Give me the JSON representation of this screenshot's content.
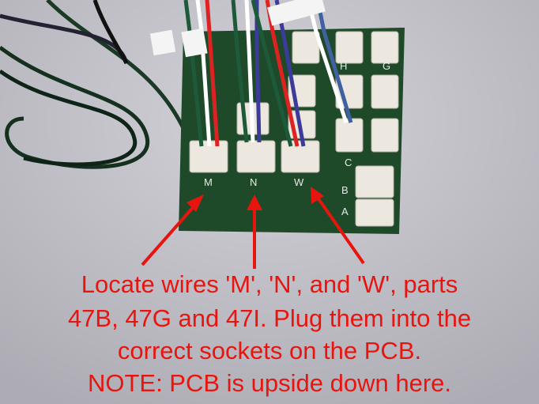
{
  "photo": {
    "subject": "pcb-with-wire-connectors",
    "labels": {
      "socket_m": "M",
      "socket_n": "N",
      "socket_w": "W",
      "socket_b": "B",
      "socket_a": "A",
      "socket_c": "C",
      "socket_h": "H",
      "socket_g": "G"
    },
    "colors": {
      "pcb": "#1e4a2a",
      "socket": "#ece8e0",
      "arrow": "#e8150f",
      "caption": "#e8150f"
    }
  },
  "caption": {
    "lines": [
      "Locate wires 'M', 'N', and 'W', parts",
      "47B, 47G and 47I. Plug them into the",
      "correct sockets on the PCB.",
      "NOTE: PCB is upside down here."
    ]
  }
}
